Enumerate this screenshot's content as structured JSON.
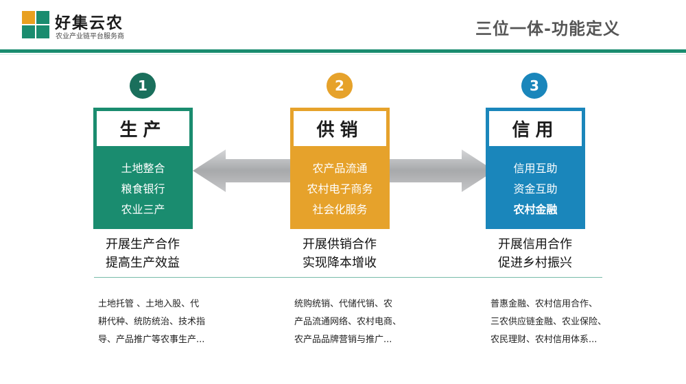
{
  "brand": {
    "name": "好集云农",
    "subtitle": "农业产业链平台服务商"
  },
  "slide_title": "三位一体-功能定义",
  "colors": {
    "green": "#1a8c6f",
    "orange": "#e6a22b",
    "blue": "#1a86bb",
    "arrow_gray": "#a7a9ab"
  },
  "columns": [
    {
      "number": "1",
      "heading": "生产",
      "items": [
        "土地整合",
        "粮食银行",
        "农业三产"
      ],
      "summary": [
        "开展生产合作",
        "提高生产效益"
      ],
      "detail": [
        "土地托管 、土地入股、代",
        "耕代种、统防统治、技术指",
        "导、产品推广等农事生产..."
      ]
    },
    {
      "number": "2",
      "heading": "供销",
      "items": [
        "农产品流通",
        "农村电子商务",
        "社会化服务"
      ],
      "summary": [
        "开展供销合作",
        "实现降本增收"
      ],
      "detail": [
        "统购统销、代储代销、农",
        "产品流通网络、农村电商、",
        "农产品品牌营销与推广..."
      ]
    },
    {
      "number": "3",
      "heading": "信用",
      "items": [
        "信用互助",
        "资金互助",
        "农村金融"
      ],
      "summary": [
        "开展信用合作",
        "促进乡村振兴"
      ],
      "detail": [
        "普惠金融、农村信用合作、",
        "三农供应链金融、农业保险、",
        "农民理财、农村信用体系..."
      ]
    }
  ]
}
